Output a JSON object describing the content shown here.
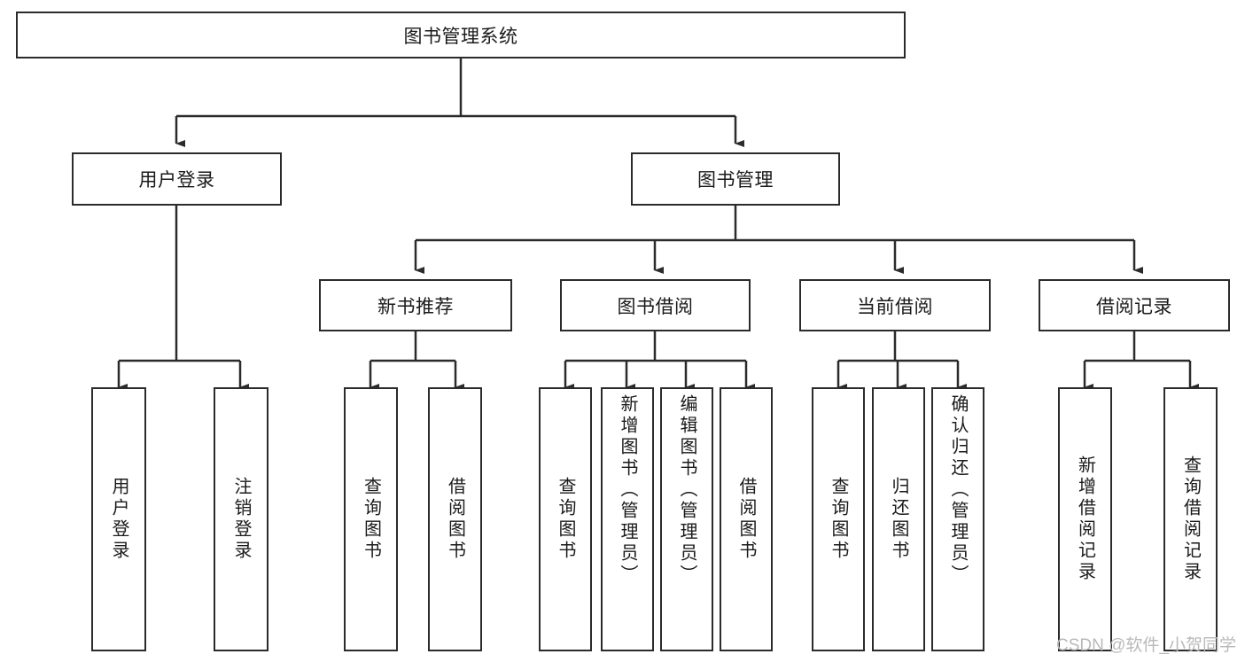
{
  "diagram": {
    "type": "tree-hierarchy",
    "title": "图书管理系统",
    "watermark": "CSDN @软件_小贺同学",
    "colors": {
      "border": "#2b2b2b",
      "background": "#ffffff",
      "text": "#1a1a1a",
      "watermark": "#b9b9b9"
    },
    "root": {
      "label": "图书管理系统"
    },
    "level2": [
      {
        "label": "用户登录"
      },
      {
        "label": "图书管理"
      }
    ],
    "level3": [
      {
        "label": "新书推荐"
      },
      {
        "label": "图书借阅"
      },
      {
        "label": "当前借阅"
      },
      {
        "label": "借阅记录"
      }
    ],
    "leaves": {
      "user_login": [
        {
          "label": "用户登录"
        },
        {
          "label": "注销登录"
        }
      ],
      "new_book": [
        {
          "label": "查询图书"
        },
        {
          "label": "借阅图书"
        }
      ],
      "borrow_book": [
        {
          "label": "查询图书"
        },
        {
          "label": "新增图书（管理员）"
        },
        {
          "label": "编辑图书（管理员）"
        },
        {
          "label": "借阅图书"
        }
      ],
      "current_borrow": [
        {
          "label": "查询图书"
        },
        {
          "label": "归还图书"
        },
        {
          "label": "确认归还（管理员）"
        }
      ],
      "borrow_record": [
        {
          "label": "新增借阅记录"
        },
        {
          "label": "查询借阅记录"
        }
      ]
    }
  }
}
